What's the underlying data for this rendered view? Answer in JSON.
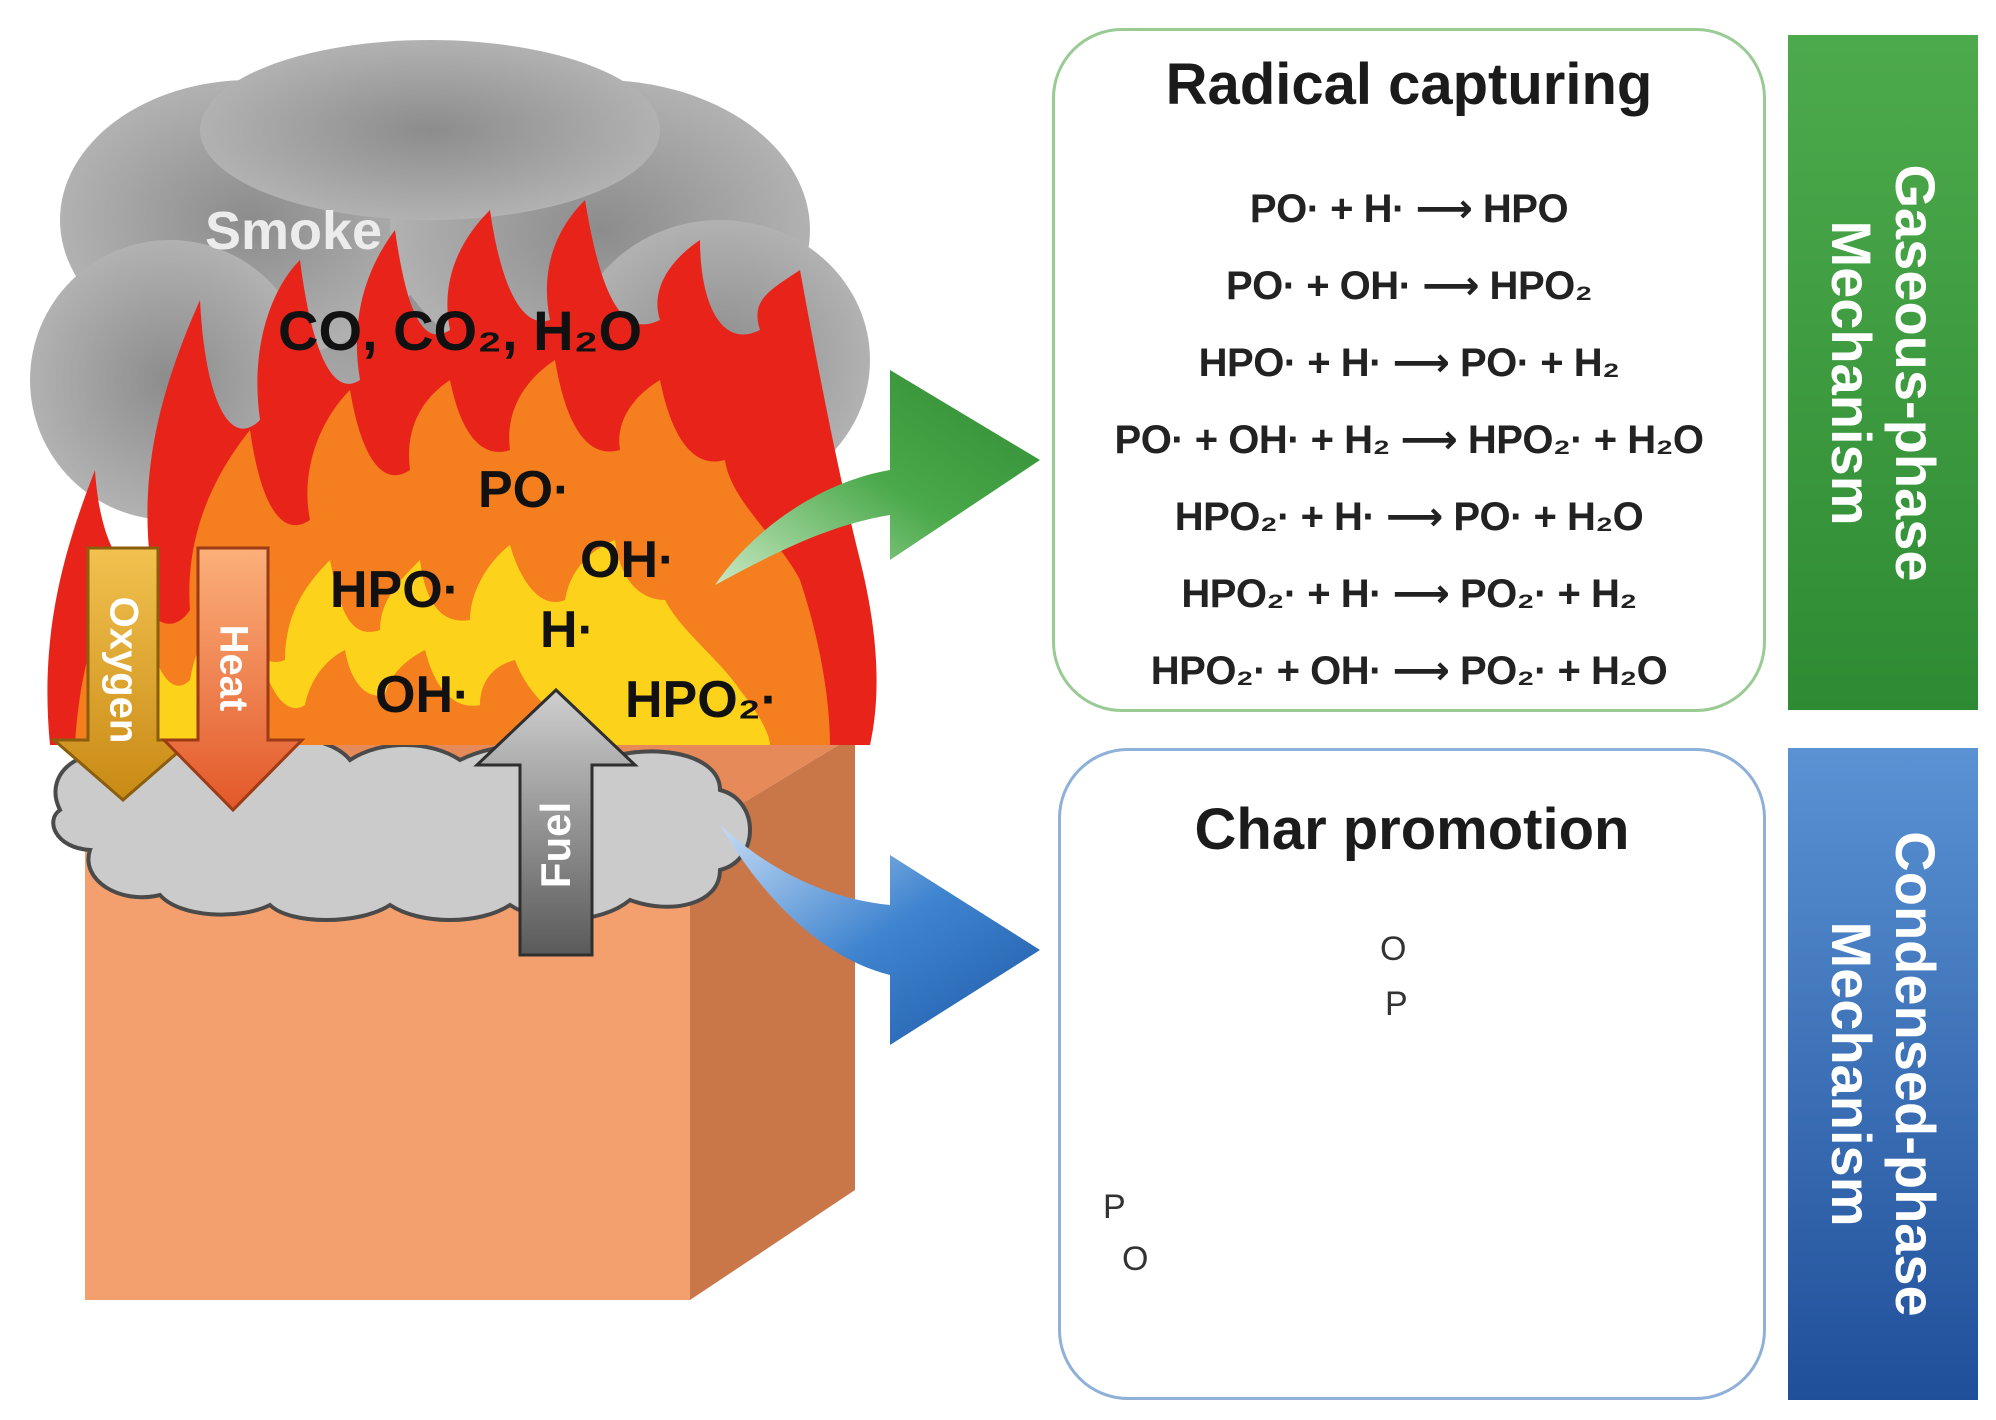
{
  "scene": {
    "smoke_label": "Smoke",
    "combustion_products": "CO, CO₂, H₂O",
    "radicals": {
      "po": "PO·",
      "hpo": "HPO·",
      "oh_upper": "OH·",
      "h": "H·",
      "oh_lower": "OH·",
      "hpo2": "HPO₂·"
    },
    "arrows": {
      "oxygen": "Oxygen",
      "heat": "Heat",
      "fuel": "Fuel"
    }
  },
  "gas_panel": {
    "title": "Radical capturing",
    "equations": [
      "PO· + H· ⟶ HPO",
      "PO· + OH· ⟶ HPO₂",
      "HPO· + H· ⟶ PO· + H₂",
      "PO· + OH· + H₂ ⟶ HPO₂· + H₂O",
      "HPO₂· + H· ⟶ PO· + H₂O",
      "HPO₂· + H· ⟶ PO₂· + H₂",
      "HPO₂· + OH· ⟶ PO₂· + H₂O"
    ],
    "banner": [
      "Gaseous-phase",
      "Mechanism"
    ],
    "color": "#3a9a3e"
  },
  "condensed_panel": {
    "title": "Char promotion",
    "structure_labels": {
      "phosphorus_top": "P",
      "oxygen_top": "O",
      "phosphorus_bottom": "P",
      "oxygen_bottom": "O"
    },
    "banner": [
      "Condensed-phase",
      "Mechanism"
    ],
    "color": "#2a64b0"
  }
}
